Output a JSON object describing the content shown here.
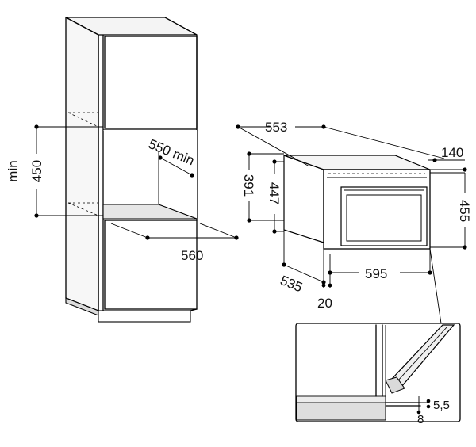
{
  "left": {
    "dim_450": "450",
    "dim_min": "min",
    "dim_550_min": "550 min",
    "dim_560": "560"
  },
  "right": {
    "dim_553": "553",
    "dim_140": "140",
    "dim_391": "391",
    "dim_447": "447",
    "dim_455": "455",
    "dim_535": "535",
    "dim_595": "595",
    "dim_20": "20"
  },
  "detail": {
    "dim_5_5": "5,5",
    "dim_8": "8"
  },
  "colors": {
    "line": "#000000",
    "panel_light": "#efefef",
    "panel_mid": "#d9d9d9",
    "panel_dark": "#bdbdbd",
    "background": "#ffffff"
  }
}
